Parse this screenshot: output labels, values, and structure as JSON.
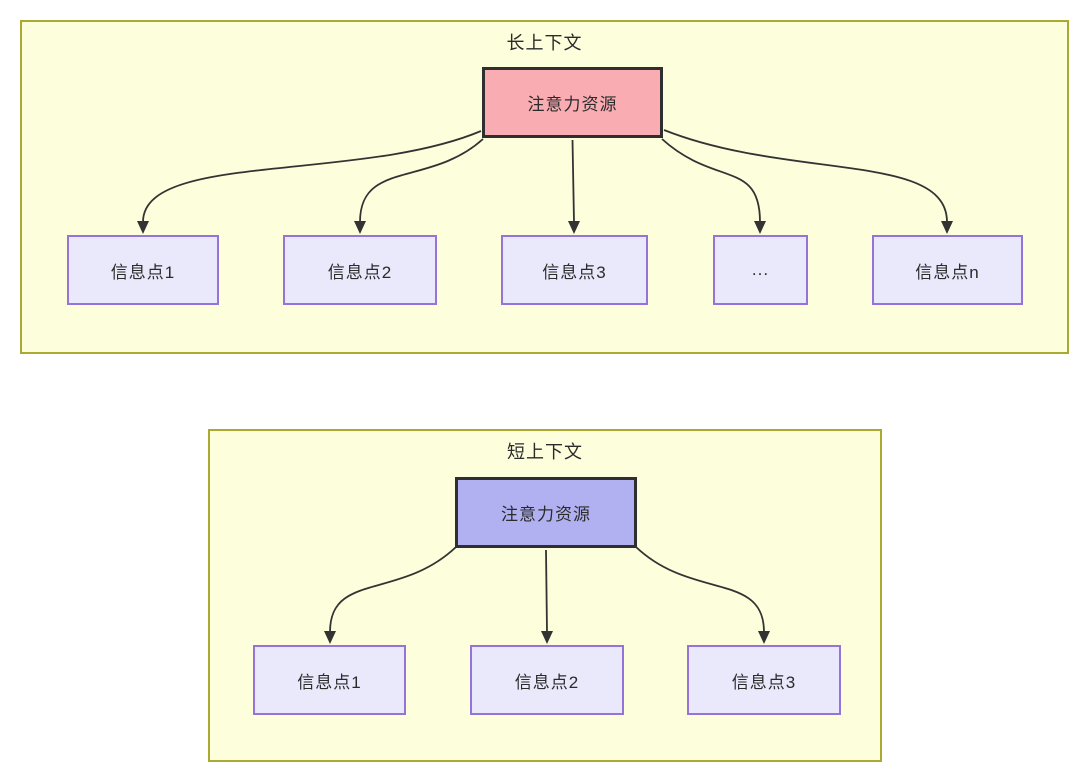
{
  "diagram": {
    "long_context": {
      "title": "长上下文",
      "source_label": "注意力资源",
      "targets": [
        "信息点1",
        "信息点2",
        "信息点3",
        "...",
        "信息点n"
      ]
    },
    "short_context": {
      "title": "短上下文",
      "source_label": "注意力资源",
      "targets": [
        "信息点1",
        "信息点2",
        "信息点3"
      ]
    },
    "colors": {
      "container_fill": "#FDFEDC",
      "container_border": "#AAAA33",
      "long_source_fill": "#F9ADB3",
      "short_source_fill": "#B1B0F0",
      "source_border": "#2F2F2F",
      "target_fill": "#EAE8FB",
      "target_border": "#9673D9",
      "arrow": "#333333",
      "text": "#2B2B2B"
    }
  }
}
